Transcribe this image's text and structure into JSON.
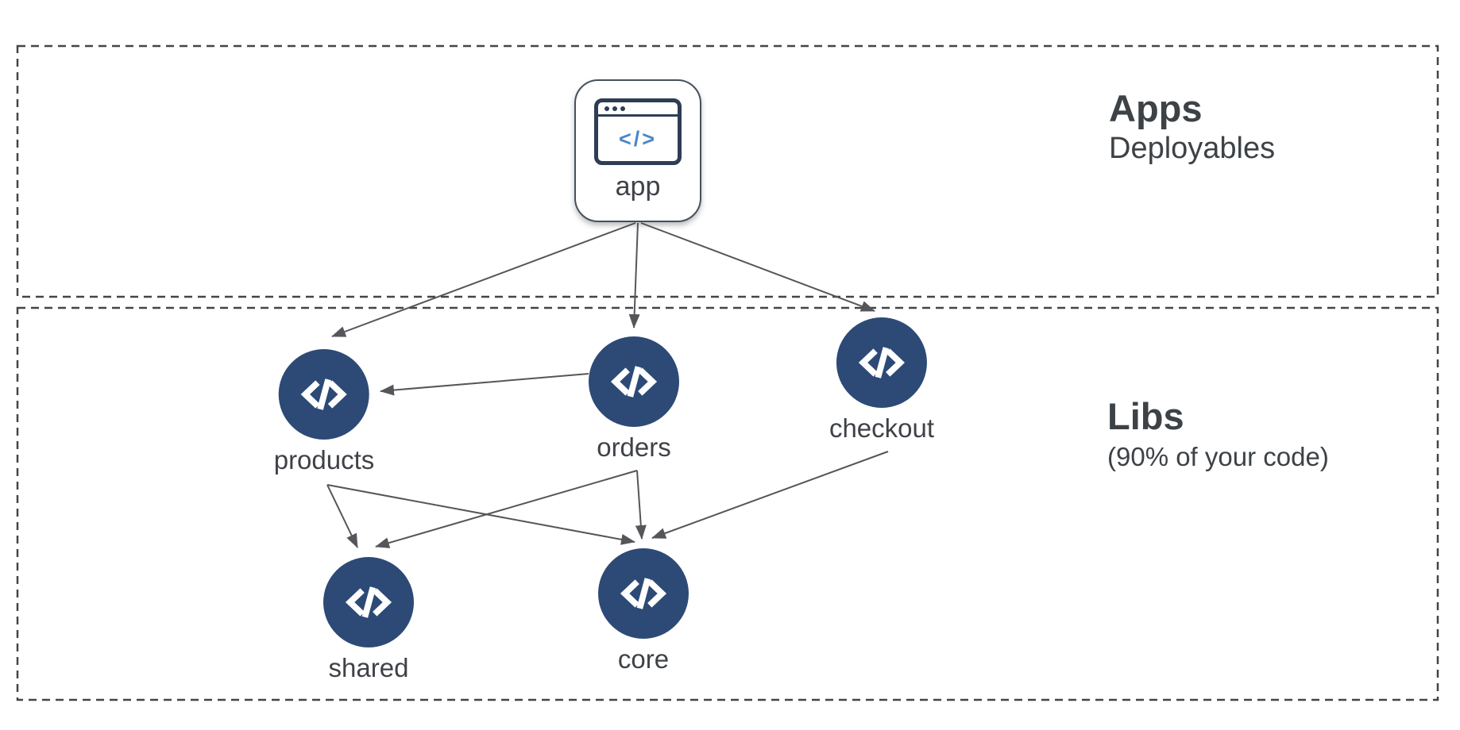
{
  "diagram": {
    "sections": [
      {
        "id": "apps",
        "title": "Apps",
        "subtitle": "Deployables"
      },
      {
        "id": "libs",
        "title": "Libs",
        "subtitle": "(90% of your code)"
      }
    ],
    "nodes": [
      {
        "id": "app",
        "label": "app",
        "type": "application",
        "icon": "browser-code-icon"
      },
      {
        "id": "products",
        "label": "products",
        "type": "library",
        "icon": "code-icon"
      },
      {
        "id": "orders",
        "label": "orders",
        "type": "library",
        "icon": "code-icon"
      },
      {
        "id": "checkout",
        "label": "checkout",
        "type": "library",
        "icon": "code-icon"
      },
      {
        "id": "shared",
        "label": "shared",
        "type": "library",
        "icon": "code-icon"
      },
      {
        "id": "core",
        "label": "core",
        "type": "library",
        "icon": "code-icon"
      }
    ],
    "edges": [
      {
        "from": "app",
        "to": "products"
      },
      {
        "from": "app",
        "to": "orders"
      },
      {
        "from": "app",
        "to": "checkout"
      },
      {
        "from": "orders",
        "to": "products"
      },
      {
        "from": "products",
        "to": "shared"
      },
      {
        "from": "products",
        "to": "core"
      },
      {
        "from": "orders",
        "to": "shared"
      },
      {
        "from": "orders",
        "to": "core"
      },
      {
        "from": "checkout",
        "to": "core"
      }
    ],
    "icon_glyph": "</>",
    "colors": {
      "node_circle": "#2d4a76",
      "icon_blue": "#4a86c8",
      "icon_frame": "#2e3d54",
      "edge": "#54565a",
      "box_border": "#454545",
      "text": "#3d4247",
      "background": "#ffffff"
    }
  }
}
